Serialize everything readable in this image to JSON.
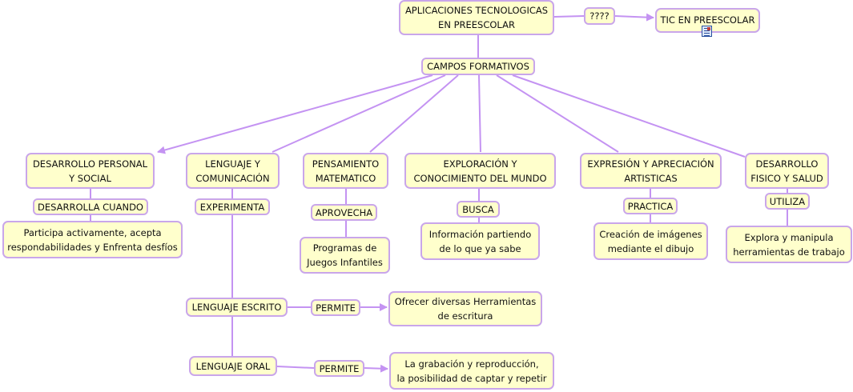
{
  "colors": {
    "fill": "#ffffcc",
    "border": "#c9a6ea",
    "link": "#c493f2"
  },
  "root": "APLICACIONES TECNOLOGICAS\nEN PREESCOLAR",
  "link_unknown": "????",
  "tic": "TIC EN PREESCOLAR",
  "tic_icon": "document-icon",
  "campos": "CAMPOS FORMATIVOS",
  "fields": {
    "dps": {
      "title": "DESARROLLO PERSONAL\nY SOCIAL",
      "link": "DESARROLLA CUANDO",
      "leaf": "Participa activamente, acepta\nrespondabilidades y Enfrenta desfíos"
    },
    "lyc": {
      "title": "LENGUAJE Y\nCOMUNICACIÓN",
      "link": "EXPERIMENTA"
    },
    "pm": {
      "title": "PENSAMIENTO\nMATEMATICO",
      "link": "APROVECHA",
      "leaf": "Programas de\nJuegos Infantiles"
    },
    "exp": {
      "title": "EXPLORACIÓN Y\nCONOCIMIENTO DEL MUNDO",
      "link": "BUSCA",
      "leaf": "Información partiendo\nde lo que ya sabe"
    },
    "eaa": {
      "title": "EXPRESIÓN Y APRECIACIÓN\nARTISTICAS",
      "link": "PRACTICA",
      "leaf": "Creación de imágenes\nmediante el dibujo"
    },
    "dfs": {
      "title": "DESARROLLO\nFISICO Y SALUD",
      "link": "UTILIZA",
      "leaf": "Explora y manipula\nherramientas de trabajo"
    }
  },
  "lenguaje_escrito": {
    "title": "LENGUAJE ESCRITO",
    "link": "PERMITE",
    "leaf": "Ofrecer diversas Herramientas\nde escritura"
  },
  "lenguaje_oral": {
    "title": "LENGUAJE ORAL",
    "link": "PERMITE",
    "leaf": "La grabación y reproducción,\nla posibilidad de captar y repetir"
  }
}
